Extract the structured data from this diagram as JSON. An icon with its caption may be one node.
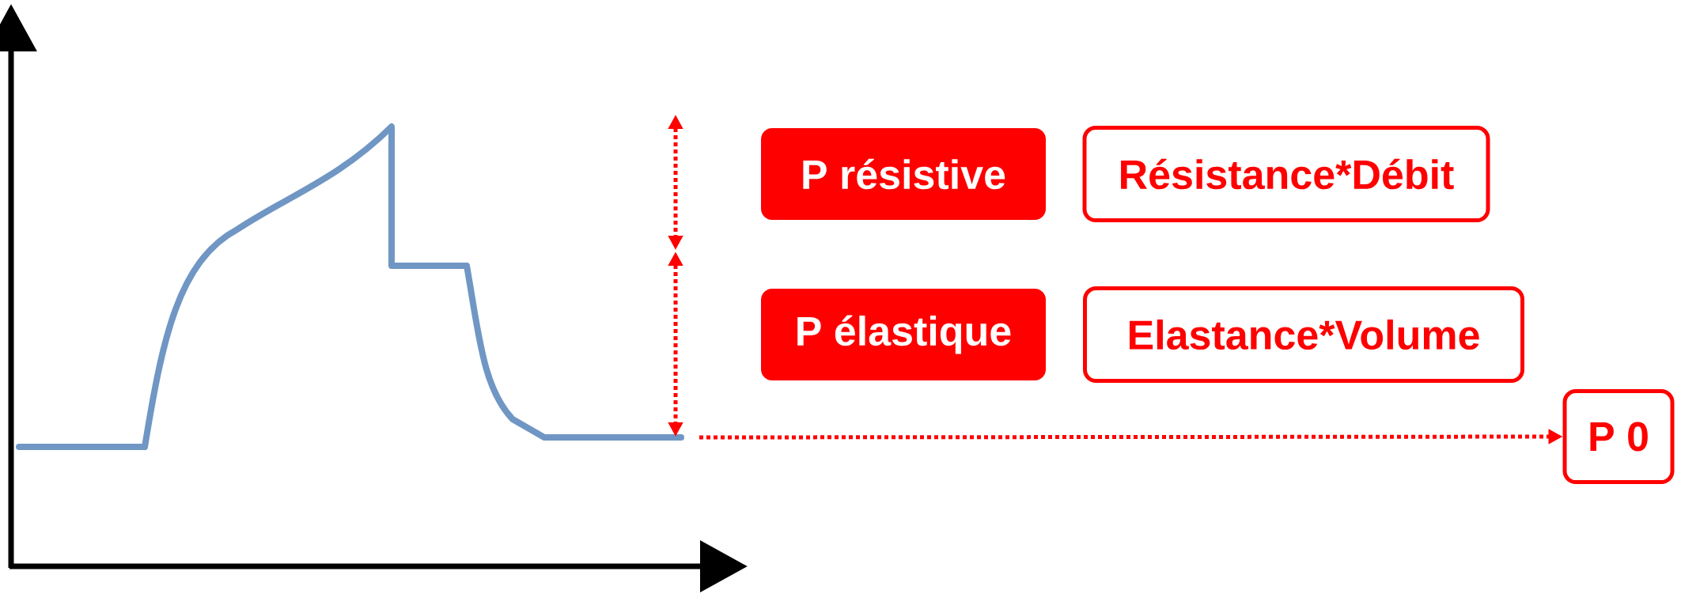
{
  "diagram": {
    "nodes": [
      {
        "text": [
          "P résistive"
        ]
      },
      {
        "text": [
          "Résistance*Débit"
        ]
      },
      {
        "text": [
          "P élastique"
        ]
      },
      {
        "text": [
          "Elastance*Volume"
        ]
      },
      {
        "text": [
          "P 0"
        ]
      }
    ],
    "edges": [
      {
        "from": null,
        "to": 4,
        "arrow": "to",
        "style": "dashed"
      }
    ]
  }
}
